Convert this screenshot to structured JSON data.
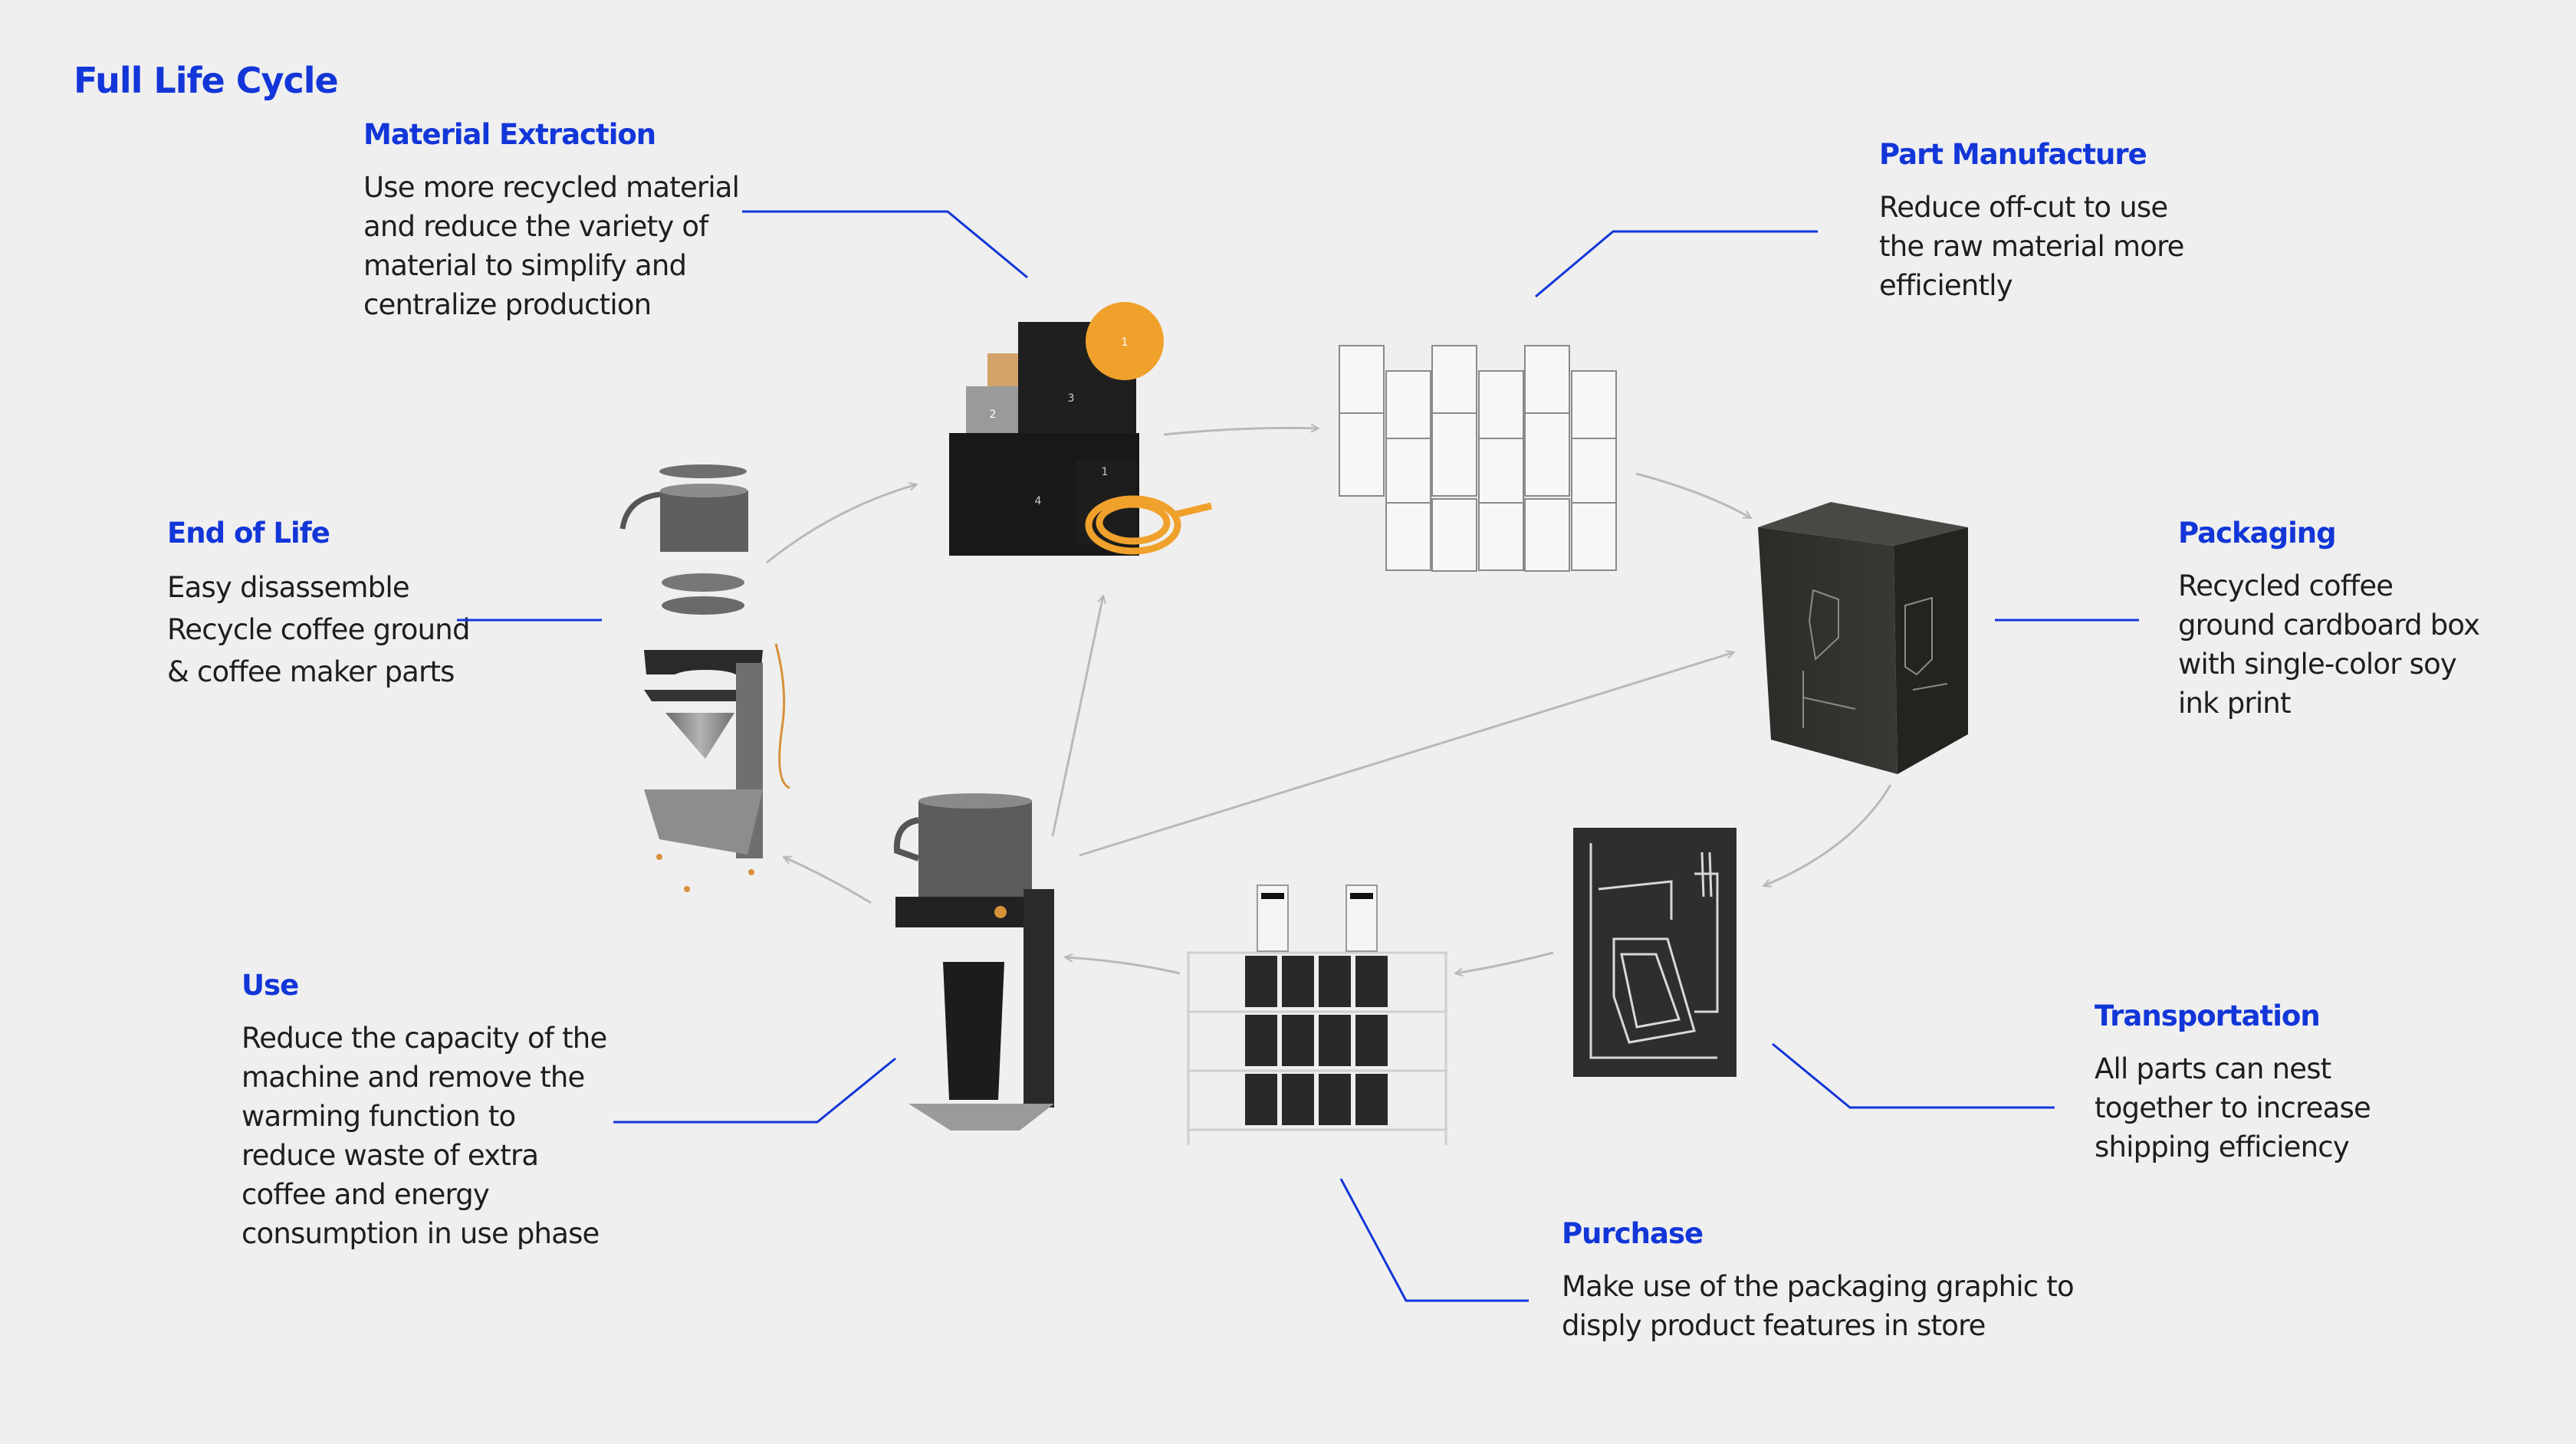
{
  "title": "Full Life Cycle",
  "colors": {
    "accent": "#1236d8",
    "text": "#1e1e1e",
    "background": "#efefef",
    "arrow": "#b9b9b9"
  },
  "stages": {
    "material_extraction": {
      "heading": "Material Extraction",
      "lines": [
        "Use more recycled material",
        "and reduce the variety of",
        "material to simplify and",
        "centralize production"
      ]
    },
    "part_manufacture": {
      "heading": "Part Manufacture",
      "lines": [
        "Reduce off-cut to use",
        "the raw material more",
        "efficiently"
      ]
    },
    "packaging": {
      "heading": "Packaging",
      "lines": [
        "Recycled coffee",
        "ground cardboard box",
        "with single-color soy",
        "ink print"
      ]
    },
    "transportation": {
      "heading": "Transportation",
      "lines": [
        "All parts can nest",
        "together to increase",
        "shipping efficiency"
      ]
    },
    "purchase": {
      "heading": "Purchase",
      "lines": [
        "Make use of the packaging graphic to",
        "disply product features in store"
      ]
    },
    "use": {
      "heading": "Use",
      "lines": [
        "Reduce the capacity of the",
        "machine and remove the",
        "warming function to",
        "reduce waste of extra",
        "coffee and energy",
        "consumption in use phase"
      ]
    },
    "end_of_life": {
      "heading": "End of Life",
      "lines": [
        "Easy disassemble",
        "Recycle coffee ground",
        "& coffee maker parts"
      ]
    }
  },
  "material_labels": [
    "1",
    "2",
    "3",
    "4",
    "1"
  ]
}
